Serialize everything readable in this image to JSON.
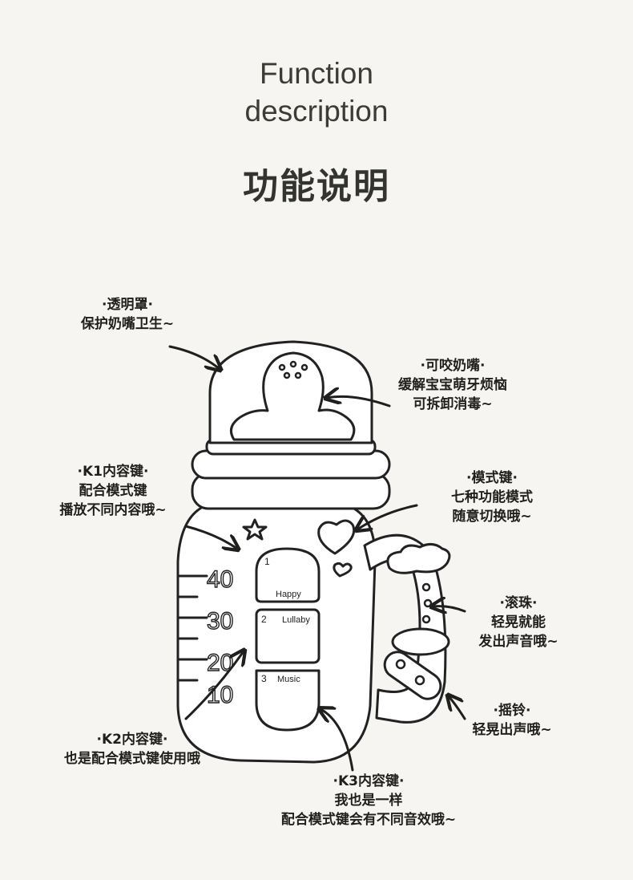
{
  "header": {
    "title_en_line1": "Function",
    "title_en_line2": "description",
    "title_cn": "功能说明"
  },
  "labels": {
    "cover": [
      "·透明罩·",
      "保护奶嘴卫生~"
    ],
    "nipple": [
      "·可咬奶嘴·",
      "缓解宝宝萌牙烦恼",
      "可拆卸消毒~"
    ],
    "k1": [
      "·K1内容键·",
      "配合模式键",
      "播放不同内容哦~"
    ],
    "mode": [
      "·模式键·",
      "七种功能模式",
      "随意切换哦~"
    ],
    "beads": [
      "·滚珠·",
      "轻晃就能",
      "发出声音哦~"
    ],
    "rattle": [
      "·摇铃·",
      "轻晃出声哦~"
    ],
    "k2": [
      "·K2内容键·",
      "也是配合模式键使用哦"
    ],
    "k3": [
      "·K3内容键·",
      "我也是一样",
      "配合模式键会有不同音效哦~"
    ]
  },
  "graduations": [
    "40",
    "30",
    "20",
    "10"
  ],
  "buttons": {
    "k1": {
      "number": "1",
      "text": "Happy"
    },
    "k2": {
      "number": "2",
      "text": "Lullaby"
    },
    "k3": {
      "number": "3",
      "text": "Music"
    }
  }
}
